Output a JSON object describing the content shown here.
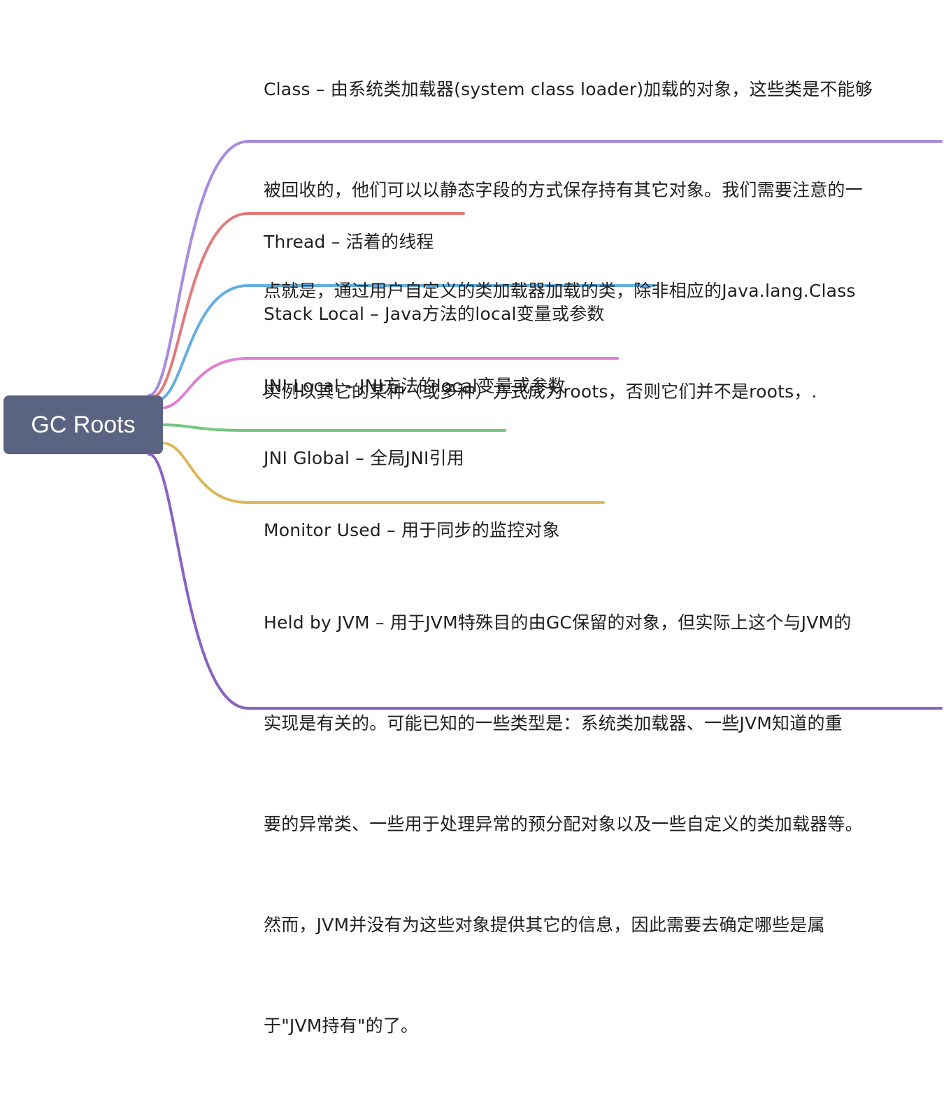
{
  "root": {
    "label": "GC Roots"
  },
  "branches": [
    {
      "id": "class",
      "color": "#a78be0",
      "lines": [
        "Class – 由系统类加载器(system class loader)加载的对象，这些类是不能够",
        "被回收的，他们可以以静态字段的方式保存持有其它对象。我们需要注意的一",
        "点就是，通过用户自定义的类加载器加载的类，除非相应的Java.lang.Class",
        "实例以其它的某种（或多种）方式成为roots，否则它们并不是roots，."
      ]
    },
    {
      "id": "thread",
      "color": "#e07b7b",
      "lines": [
        "Thread – 活着的线程"
      ]
    },
    {
      "id": "stack-local",
      "color": "#64aee3",
      "lines": [
        "Stack Local – Java方法的local变量或参数"
      ]
    },
    {
      "id": "jni-local",
      "color": "#e07fd0",
      "lines": [
        "JNI Local – JNI方法的local变量或参数"
      ]
    },
    {
      "id": "jni-global",
      "color": "#73c77f",
      "lines": [
        "JNI Global – 全局JNI引用"
      ]
    },
    {
      "id": "monitor-used",
      "color": "#dcb75a",
      "lines": [
        "Monitor Used – 用于同步的监控对象"
      ]
    },
    {
      "id": "held-by-jvm",
      "color": "#8a63c4",
      "lines": [
        "Held by JVM – 用于JVM特殊目的由GC保留的对象，但实际上这个与JVM的",
        "实现是有关的。可能已知的一些类型是：系统类加载器、一些JVM知道的重",
        "要的异常类、一些用于处理异常的预分配对象以及一些自定义的类加载器等。",
        "然而，JVM并没有为这些对象提供其它的信息，因此需要去确定哪些是属",
        "于\"JVM持有\"的了。"
      ]
    }
  ]
}
